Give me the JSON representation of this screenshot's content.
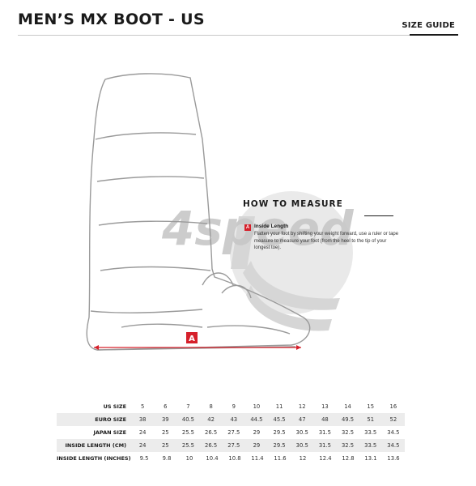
{
  "header": {
    "title": "MEN’S MX BOOT - US",
    "size_guide_label": "SIZE GUIDE"
  },
  "illustration": {
    "watermark_text": "4speed",
    "marker_letter": "A"
  },
  "how_to_measure": {
    "title": "HOW TO MEASURE",
    "step": {
      "marker": "A",
      "label": "Inside Length",
      "text": "Flatten your foot by shifting your weight forward, use a ruler or tape measure to measure your foot (from the heel to the tip of your longest toe)."
    }
  },
  "size_table": {
    "rows": [
      {
        "label": "US SIZE",
        "values": [
          "5",
          "6",
          "7",
          "8",
          "9",
          "10",
          "11",
          "12",
          "13",
          "14",
          "15",
          "16"
        ]
      },
      {
        "label": "EURO SIZE",
        "values": [
          "38",
          "39",
          "40.5",
          "42",
          "43",
          "44.5",
          "45.5",
          "47",
          "48",
          "49.5",
          "51",
          "52"
        ]
      },
      {
        "label": "JAPAN SIZE",
        "values": [
          "24",
          "25",
          "25.5",
          "26.5",
          "27.5",
          "29",
          "29.5",
          "30.5",
          "31.5",
          "32.5",
          "33.5",
          "34.5"
        ]
      },
      {
        "label": "INSIDE LENGTH (CM)",
        "values": [
          "24",
          "25",
          "25.5",
          "26.5",
          "27.5",
          "29",
          "29.5",
          "30.5",
          "31.5",
          "32.5",
          "33.5",
          "34.5"
        ]
      },
      {
        "label": "INSIDE LENGTH (INCHES)",
        "values": [
          "9.5",
          "9.8",
          "10",
          "10.4",
          "10.8",
          "11.4",
          "11.6",
          "12",
          "12.4",
          "12.8",
          "13.1",
          "13.6"
        ]
      }
    ]
  },
  "colors": {
    "accent": "#d6202b",
    "shade_row": "#ececec"
  }
}
